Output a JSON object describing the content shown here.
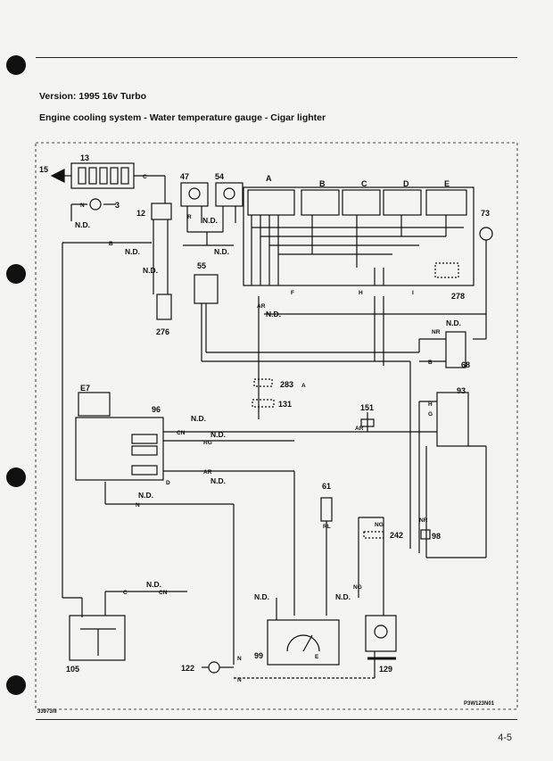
{
  "header": {
    "version": "Version: 1995 16v Turbo",
    "title": "Engine cooling system - Water temperature gauge - Cigar lighter"
  },
  "footer": {
    "left_code": "33973/II",
    "right_code": "P3W123N01",
    "page_number": "4-5"
  },
  "components": {
    "c13": "13",
    "c15": "15",
    "c3": "3",
    "c12": "12",
    "c47": "47",
    "c54": "54",
    "cA": "A",
    "cB": "B",
    "cC": "C",
    "cD": "D",
    "cE": "E",
    "c73": "73",
    "c55": "55",
    "c276": "276",
    "c278": "278",
    "c68": "68",
    "cE7": "E7",
    "c283": "283",
    "c131": "131",
    "c96": "96",
    "c151": "151",
    "c93": "93",
    "c61": "61",
    "c242": "242",
    "c98": "98",
    "c105": "105",
    "c99": "99",
    "c122": "122",
    "c129": "129"
  },
  "wire_labels": {
    "nd": "N.D.",
    "n": "N",
    "b": "B",
    "r": "R",
    "ar": "AR",
    "nr": "NR",
    "rg": "RG",
    "c": "C",
    "cn": "CN",
    "ng": "NG",
    "rl": "RL",
    "h": "H",
    "g": "G"
  },
  "connector_tags": {
    "f": "F",
    "h": "H",
    "i": "I",
    "a": "A",
    "d": "D",
    "e": "E"
  },
  "colors": {
    "ink": "#111111",
    "paper": "#f4f4f2"
  }
}
